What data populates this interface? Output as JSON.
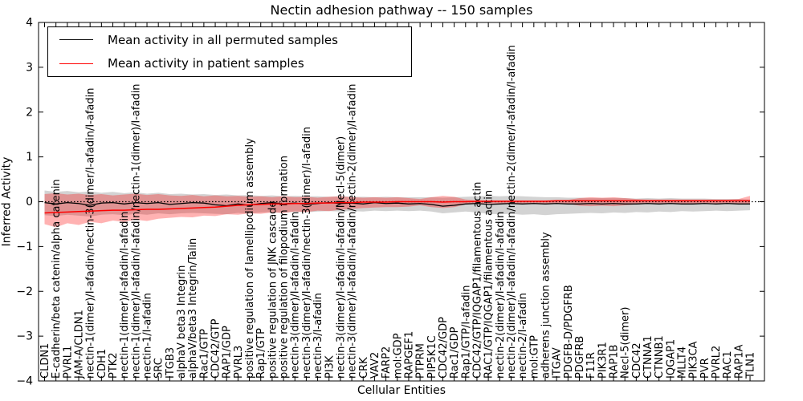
{
  "figure": {
    "title": "Nectin adhesion pathway -- 150 samples",
    "xlabel": "Cellular Entities",
    "ylabel": "Inferred Activity"
  },
  "legend": {
    "position": "upper left",
    "items": [
      {
        "label": "Mean activity in all permuted samples",
        "color": "#000000"
      },
      {
        "label": "Mean activity in patient samples",
        "color": "#ff0000"
      }
    ]
  },
  "chart_data": {
    "type": "line",
    "title": "Nectin adhesion pathway -- 150 samples",
    "xlabel": "Cellular Entities",
    "ylabel": "Inferred Activity",
    "ylim": [
      -4,
      4
    ],
    "yticks": [
      4,
      3,
      2,
      1,
      0,
      -1,
      -2,
      -3,
      -4
    ],
    "ytick_labels": [
      "4",
      "3",
      "2",
      "1",
      "0",
      "−1",
      "−2",
      "−3",
      "−4"
    ],
    "grid": false,
    "legend_position": "upper left",
    "zero_line": {
      "y": 0,
      "style": "dotted",
      "color": "#000000"
    },
    "categories": [
      "CLDN1",
      "E-cadherin/beta catenin/alpha catenin",
      "PVRL1",
      "JAM-A/CLDN1",
      "nectin-1(dimer)/I-afadin/nectin-3(dimer/I-afadin/I-afadin",
      "CDH1",
      "PTK2",
      "nectin-1(dimer)/I-afadin/I-afadin",
      "nectin-1(dimer)/I-afadin/I-afadin/nectin-1(dimer)/I-afadin",
      "nectin-1/I-afadin",
      "SRC",
      "ITGB3",
      "alphaV beta3 Integrin",
      "alphaV/beta3 Integrin/Talin",
      "Rac1/GTP",
      "CDC42/GTP",
      "RAP1/GDP",
      "PVRL3",
      "positive regulation of lamellipodium assembly",
      "Rap1/GTP",
      "positive regulation of JNK cascade",
      "positive regulation of filopodium formation",
      "nectin-3(dimer)/I-afadin/I-afadin",
      "nectin-3(dimer)/I-afadin/nectin-3(dimer)/I-afadin",
      "nectin-3/I-afadin",
      "PI3K",
      "nectin-3(dimer)/I-afadin/I-afadin/Necl-5(dimer)",
      "nectin-3(dimer)/I-afadin/I-afadin/nectin-2(dimer)/I-afadin",
      "CRK",
      "VAV2",
      "FARP2",
      "mol:GDP",
      "RAPGEF1",
      "PTPRM",
      "PIP5K1C",
      "CDC42/GDP",
      "Rac1/GDP",
      "Rap1/GTP/I-afadin",
      "CDC42/GTP/IQGAP1/filamentous actin",
      "RAC1/GTP/IQGAP1/filamentous actin",
      "nectin-2(dimer)/I-afadin/I-afadin",
      "nectin-2(dimer)/I-afadin/I-afadin/nectin-2(dimer/I-afadin/I-afadin",
      "nectin-2/I-afadin",
      "mol:GTP",
      "adherens junction assembly",
      "ITGAV",
      "PDGFB-D/PDGFRB",
      "PDGFRB",
      "F11R",
      "PIK3R1",
      "RAP1B",
      "Necl-5(dimer)",
      "CDC42",
      "CTNNA1",
      "CTNNB1",
      "IQGAP1",
      "MLLT4",
      "PIK3CA",
      "PVR",
      "PVRL2",
      "RAC1",
      "RAP1A",
      "TLN1"
    ],
    "series": [
      {
        "name": "Mean activity in all permuted samples",
        "color": "#000000",
        "band_color": "rgba(128,128,128,0.35)",
        "values": [
          -0.02,
          -0.05,
          -0.02,
          -0.04,
          -0.08,
          -0.03,
          -0.02,
          -0.05,
          -0.02,
          -0.04,
          -0.02,
          -0.06,
          -0.04,
          -0.02,
          -0.03,
          -0.07,
          -0.09,
          -0.05,
          -0.08,
          -0.04,
          -0.02,
          -0.05,
          -0.03,
          -0.06,
          -0.04,
          -0.02,
          -0.04,
          -0.03,
          -0.05,
          -0.02,
          -0.04,
          -0.03,
          -0.05,
          -0.04,
          -0.06,
          -0.1,
          -0.08,
          -0.05,
          -0.04,
          -0.06,
          -0.05,
          -0.04,
          -0.05,
          -0.04,
          -0.05,
          -0.04,
          -0.05,
          -0.05,
          -0.04,
          -0.05,
          -0.04,
          -0.05,
          -0.05,
          -0.04,
          -0.05,
          -0.04,
          -0.05,
          -0.05,
          -0.04,
          -0.05,
          -0.04,
          -0.05,
          -0.05
        ],
        "band_upper": [
          0.25,
          0.22,
          0.24,
          0.21,
          0.23,
          0.2,
          0.22,
          0.19,
          0.21,
          0.18,
          0.2,
          0.17,
          0.18,
          0.16,
          0.17,
          0.15,
          0.16,
          0.14,
          0.15,
          0.13,
          0.14,
          0.12,
          0.13,
          0.12,
          0.12,
          0.11,
          0.12,
          0.11,
          0.11,
          0.1,
          0.11,
          0.1,
          0.1,
          0.1,
          0.1,
          0.09,
          0.1,
          0.11,
          0.12,
          0.13,
          0.12,
          0.13,
          0.12,
          0.11,
          0.1,
          0.1,
          0.09,
          0.09,
          0.08,
          0.08,
          0.08,
          0.08,
          0.07,
          0.08,
          0.07,
          0.08,
          0.07,
          0.07,
          0.07,
          0.06,
          0.06,
          0.06,
          0.05
        ],
        "band_lower": [
          -0.3,
          -0.32,
          -0.29,
          -0.31,
          -0.33,
          -0.29,
          -0.28,
          -0.3,
          -0.27,
          -0.29,
          -0.26,
          -0.28,
          -0.26,
          -0.25,
          -0.26,
          -0.27,
          -0.28,
          -0.25,
          -0.27,
          -0.24,
          -0.23,
          -0.25,
          -0.22,
          -0.24,
          -0.22,
          -0.21,
          -0.22,
          -0.21,
          -0.22,
          -0.2,
          -0.21,
          -0.2,
          -0.21,
          -0.2,
          -0.22,
          -0.26,
          -0.24,
          -0.22,
          -0.24,
          -0.27,
          -0.28,
          -0.27,
          -0.29,
          -0.28,
          -0.3,
          -0.28,
          -0.27,
          -0.26,
          -0.25,
          -0.26,
          -0.24,
          -0.25,
          -0.23,
          -0.24,
          -0.22,
          -0.23,
          -0.21,
          -0.22,
          -0.21,
          -0.2,
          -0.21,
          -0.2,
          -0.19
        ]
      },
      {
        "name": "Mean activity in patient samples",
        "color": "#ff0000",
        "band_color": "rgba(255,0,0,0.30)",
        "values": [
          -0.25,
          -0.24,
          -0.23,
          -0.22,
          -0.21,
          -0.2,
          -0.19,
          -0.19,
          -0.18,
          -0.17,
          -0.17,
          -0.16,
          -0.15,
          -0.14,
          -0.13,
          -0.12,
          -0.1,
          -0.08,
          -0.07,
          -0.06,
          -0.05,
          -0.05,
          -0.04,
          -0.04,
          -0.03,
          -0.03,
          -0.02,
          -0.02,
          -0.01,
          -0.01,
          -0.01,
          0.0,
          0.0,
          0.0,
          0.0,
          -0.01,
          0.0,
          0.0,
          0.01,
          0.01,
          0.01,
          0.01,
          0.01,
          0.01,
          0.01,
          0.02,
          0.02,
          0.02,
          0.02,
          0.02,
          0.02,
          0.02,
          0.02,
          0.02,
          0.02,
          0.02,
          0.02,
          0.02,
          0.02,
          0.02,
          0.02,
          0.02,
          0.02
        ],
        "band_upper": [
          0.17,
          0.19,
          0.16,
          0.18,
          0.15,
          0.17,
          0.14,
          0.16,
          0.18,
          0.15,
          0.17,
          0.14,
          0.13,
          0.15,
          0.12,
          0.14,
          0.12,
          0.13,
          0.11,
          0.12,
          0.1,
          0.12,
          0.1,
          0.11,
          0.09,
          0.11,
          0.12,
          0.1,
          0.09,
          0.1,
          0.09,
          0.1,
          0.08,
          0.06,
          0.1,
          0.13,
          0.11,
          0.05,
          0.03,
          0.03,
          0.03,
          0.03,
          0.03,
          0.03,
          0.03,
          0.04,
          0.04,
          0.08,
          0.1,
          0.09,
          0.1,
          0.08,
          0.06,
          0.05,
          0.05,
          0.05,
          0.05,
          0.05,
          0.05,
          0.05,
          0.05,
          0.06,
          0.13
        ],
        "band_lower": [
          -0.5,
          -0.57,
          -0.48,
          -0.52,
          -0.45,
          -0.48,
          -0.42,
          -0.45,
          -0.4,
          -0.43,
          -0.38,
          -0.36,
          -0.34,
          -0.35,
          -0.31,
          -0.32,
          -0.28,
          -0.29,
          -0.26,
          -0.27,
          -0.24,
          -0.25,
          -0.22,
          -0.23,
          -0.2,
          -0.21,
          -0.18,
          -0.16,
          -0.14,
          -0.13,
          -0.12,
          -0.12,
          -0.11,
          -0.08,
          -0.12,
          -0.14,
          -0.12,
          -0.06,
          -0.04,
          -0.04,
          -0.04,
          -0.04,
          -0.04,
          -0.04,
          -0.04,
          -0.05,
          -0.05,
          -0.09,
          -0.1,
          -0.09,
          -0.1,
          -0.08,
          -0.06,
          -0.05,
          -0.05,
          -0.05,
          -0.05,
          -0.05,
          -0.04,
          -0.04,
          -0.04,
          -0.04,
          -0.06
        ]
      }
    ]
  }
}
